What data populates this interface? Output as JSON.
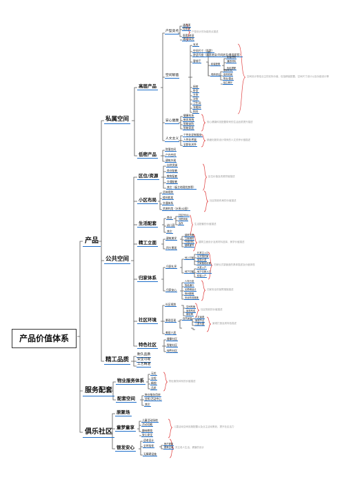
{
  "root": "产品价值体系",
  "branches": {
    "product": "产品",
    "service": "服务配套",
    "club": "俱乐社区"
  },
  "product": {
    "private": "私属空间",
    "public": "公共空间",
    "quality": "精工品质",
    "high": "高层产品",
    "low": "低密产品",
    "loc": "区位/资源",
    "layout": "小区布局",
    "facility": "生活配套",
    "entry": "精工立面",
    "home": "归家体系",
    "env": "社区环境",
    "special": "特色社区"
  },
  "leaves": {
    "p1": "户型亮点",
    "p1a": "通透率",
    "p1b": "得房率",
    "p1c": "面宽/进深",
    "p1d": "通风/采光",
    "p2": "空间赋值",
    "p2a": "玄关",
    "p2b": "客餐厅",
    "p2c": "空间尺寸（面宽）",
    "p2d": "舒适尺度（面宽进深/开间进深/景观面宽）",
    "p2e": "精装配置",
    "p2f": "精装材料",
    "p2g": "通透材料",
    "p2h": "色彩搭配",
    "p2i": "厨房灯光",
    "p2j": "收纳设计",
    "p2k": "高效收纳",
    "p2l": "阳台/露台",
    "p2m": "独立餐厅",
    "p2n": "厨房",
    "p2o": "卧室",
    "p2p": "主卧",
    "p2q": "次卧",
    "p2r": "卫生间",
    "p2s": "衣帽间",
    "p2t": "阳台",
    "p3": "安心健康",
    "p3a": "健康科技",
    "p3b": "新风系统",
    "p3c": "智能安防",
    "p3d": "智能家居",
    "p4": "人文主义",
    "p4a": "个性化定制服务",
    "p4b": "人性化考量",
    "p4c": "全龄化关怀",
    "l1": "院落空间",
    "l2": "户内空间",
    "l3": "建筑外观",
    "c1": "自然资源",
    "c2": "商业配套",
    "c3": "教育配套",
    "c4": "交通配套",
    "c5": "其它（板主地理优势等）",
    "d1": "总体规划",
    "d2": "楼间距离",
    "d3": "交通体系",
    "d4": "资源利用（水系/公园）",
    "f1": "商业",
    "f1a": "社区MALL",
    "f1b": "邻里商街",
    "f1c": "会所",
    "f2": "幼儿园",
    "f3": "其它",
    "e1": "建筑美学",
    "e1a": "建筑风格",
    "e1b": "立面用材",
    "e1c": "外墙材料",
    "e1d": "建筑细节",
    "e2": "四大景观",
    "h1": "归家礼序",
    "h1a": "地上归家",
    "h1a1": "礼宾主入口",
    "h1a2": "仪式感归家",
    "h1a3": "景观大道",
    "h1a4": "归家路线设置",
    "h1b": "地下归家",
    "h1b1": "大堂入户",
    "h1b2": "地下归家入口",
    "h1b3": "精装入户",
    "h2": "归家安心",
    "h2a": "人车分流",
    "h2b": "智能通行",
    "h2c": "无障碍设计",
    "h2d": "夜间照明",
    "h2e": "安全防范措施",
    "n1": "社区规划",
    "n1a": "空间布局",
    "n1b": "景观构成",
    "n1c": "绿化率",
    "n2": "景观呈现",
    "n2a": "自然景观",
    "n2b": "人文景观",
    "n2c": "景观节点",
    "n2d": "儿童乐园",
    "n3": "美丽人居",
    "s1": "健康社区",
    "s2": "智能社区",
    "s3": "绿色社区",
    "q1": "耐久品质",
    "q2": "安全可靠",
    "q3": "工艺精湛",
    "v1": "物业服务体系",
    "v1a": "无忧",
    "v1b": "全程",
    "v1c": "精细",
    "v1d": "品质",
    "v2": "配套空间",
    "v2a": "物业服务用房",
    "v2b": "会所/活动中心",
    "v2c": "其它",
    "k1": "原聚场",
    "k2": "童梦童享",
    "k2a": "儿童活动场地",
    "k2b": "活动功能",
    "k2c": "趣味教育",
    "k2d": "安心安全",
    "k3": "银发安心",
    "k3a": "适老设计",
    "k3b": "全时陪伴",
    "k3c": "医疗健康",
    "k3d": "颐养空间",
    "k3e": "无障碍设施"
  },
  "notes": {
    "n_p1": "户型设计的功能亮点描述",
    "n_p2": "空间设计带给业主的实际价值，包括精装配置、空间尺寸设计以及功能设计等",
    "n_p3": "安心健康科技配置带来的生活品质提升描述",
    "n_p4": "精细化服务设计带来的人文关怀价值描述",
    "n_c": "区位价值及资源禀赋描述",
    "n_d": "社区规划布局的价值描述",
    "n_f": "生活配套的价值描述",
    "n_e": "建筑立面设计及其材料选择、美学价值描述",
    "n_h1": "归家仪式感营造的具体描述及价值体现",
    "n_h2": "归家安全的保障措施描述",
    "n_n1": "社区规划的价值描述",
    "n_n2": "景观打造及其特色描述",
    "n_v": "物业服务体系的价值描述",
    "n_k2": "儿童活动空间设施配置以及业主活动策划，提升社区活力",
    "n_k3": "关注老人生活、健康的设计"
  }
}
